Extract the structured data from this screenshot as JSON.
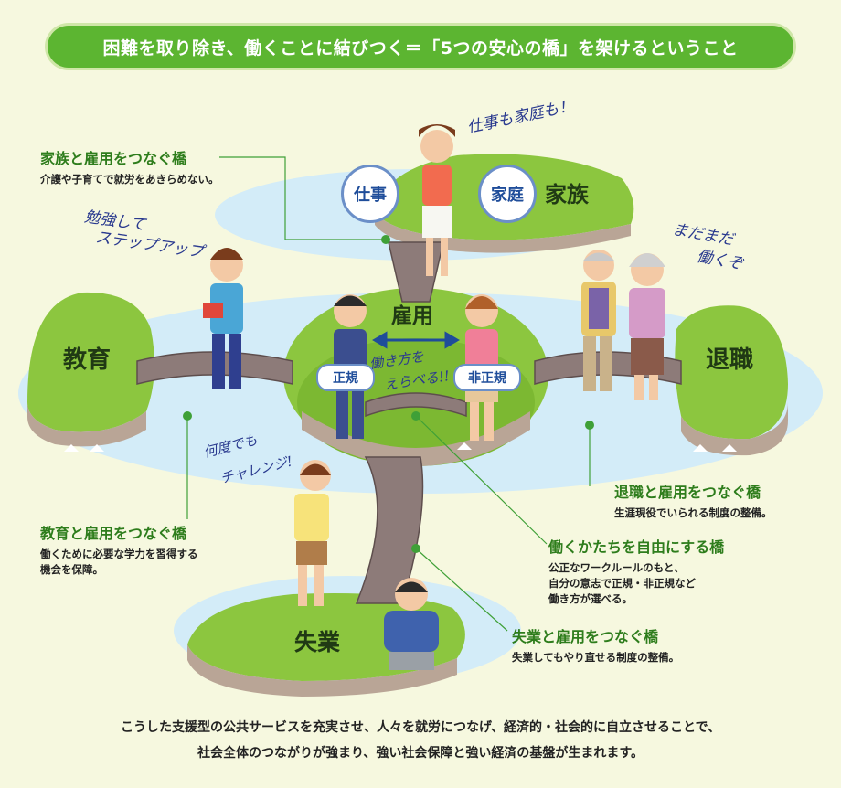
{
  "banner": "困難を取り除き、働くことに結びつく＝「5つの安心の橋」を架けるということ",
  "islands": {
    "family": "家族",
    "education": "教育",
    "employment": "雇用",
    "retirement": "退職",
    "unemployment": "失業"
  },
  "bubbles": {
    "work": "仕事",
    "home": "家庭",
    "regular": "正規",
    "nonregular": "非正規"
  },
  "handwriting": {
    "top": "仕事も家庭も！",
    "left_line1": "勉強して",
    "left_line2": "ステップアップ",
    "right_line1": "まだまだ",
    "right_line2": "働くぞ",
    "center_line1": "働き方を",
    "center_line2": "えらべる!!",
    "bottom_line1": "何度でも",
    "bottom_line2": "チャレンジ!"
  },
  "captions": {
    "family": {
      "title": "家族と雇用をつなぐ橋",
      "desc": "介護や子育てで就労をあきらめない。"
    },
    "education": {
      "title": "教育と雇用をつなぐ橋",
      "desc1": "働くために必要な学力を習得する",
      "desc2": "機会を保障。"
    },
    "retirement": {
      "title": "退職と雇用をつなぐ橋",
      "desc": "生涯現役でいられる制度の整備。"
    },
    "freedom": {
      "title": "働くかたちを自由にする橋",
      "desc1": "公正なワークルールのもと、",
      "desc2": "自分の意志で正規・非正規など",
      "desc3": "働き方が選べる。"
    },
    "unemployment": {
      "title": "失業と雇用をつなぐ橋",
      "desc": "失業してもやり直せる制度の整備。"
    }
  },
  "footer": {
    "line1": "こうした支援型の公共サービスを充実させ、人々を就労につなげ、経済的・社会的に自立させることで、",
    "line2": "社会全体のつながりが強まり、強い社会保障と強い経済の基盤が生まれます。"
  },
  "colors": {
    "banner": "#5cb531",
    "island_green": "#8cc63f",
    "water": "#cfe9f7",
    "bridge": "#8a7a78",
    "caption_green": "#2e7d1c",
    "bubble_blue": "#1f4d9a"
  }
}
